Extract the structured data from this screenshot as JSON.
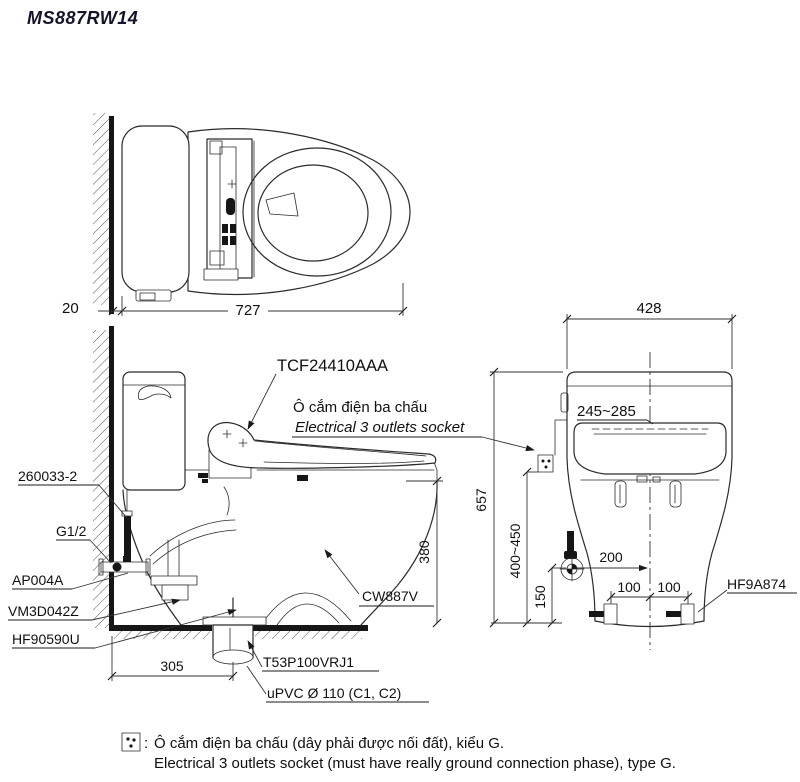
{
  "title": "MS887RW14",
  "top_view": {
    "dim_gap": "20",
    "dim_depth": "727"
  },
  "side_view": {
    "label_seat": "TCF24410AAA",
    "label_socket_vi": "Ô cắm điện ba chấu",
    "label_socket_en": "Electrical 3 outlets socket",
    "label_hose": "260033-2",
    "label_thread": "G1/2",
    "label_stop_valve": "AP004A",
    "label_connector": "VM3D042Z",
    "label_seal": "HF90590U",
    "label_bowl": "CW887V",
    "dim_bowl_height": "380",
    "dim_rough_in": "305",
    "label_flange": "T53P100VRJ1",
    "label_drain_pipe": "uPVC Ø 110 (C1, C2)"
  },
  "front_view": {
    "dim_width": "428",
    "dim_lid": "245~285",
    "dim_height_total": "657",
    "dim_socket_height": "400~450",
    "dim_valve_height": "150",
    "dim_valve_offset": "200",
    "dim_bolt_left": "100",
    "dim_bolt_right": "100",
    "label_bolt_cap": "HF9A874"
  },
  "legend": {
    "separator": ":",
    "line1_vi": "Ô cắm điện ba chấu (dây phải được nối đất), kiểu G.",
    "line2_en": "Electrical 3 outlets socket (must have really ground connection phase), type G."
  }
}
